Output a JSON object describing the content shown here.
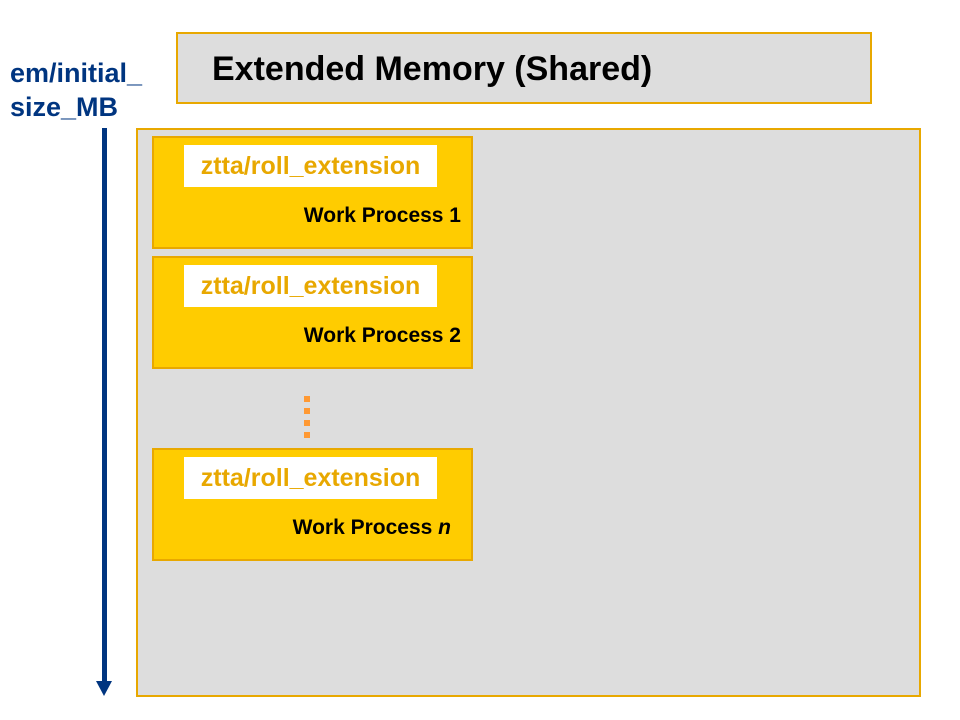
{
  "axis": {
    "label_line1": "em/initial_",
    "label_line2": "size_MB"
  },
  "title": "Extended Memory (Shared)",
  "work_processes": [
    {
      "label": "ztta/roll_extension",
      "name": "Work Process 1"
    },
    {
      "label": "ztta/roll_extension",
      "name": "Work Process 2"
    },
    {
      "label": "ztta/roll_extension",
      "name_prefix": "Work Process ",
      "name_suffix": "n"
    }
  ],
  "colors": {
    "accent": "#e8a800",
    "box_fill": "#ffcc00",
    "axis": "#003580",
    "background": "#dddddd",
    "dots": "#ff9933"
  }
}
